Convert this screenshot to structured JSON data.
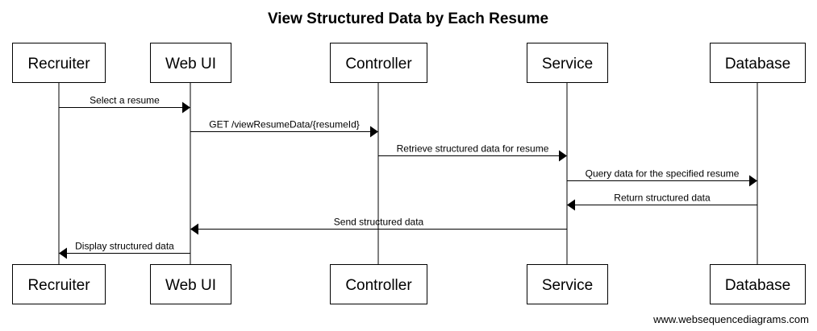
{
  "diagram": {
    "title": "View Structured Data by Each Resume",
    "watermark": "www.websequencediagrams.com",
    "participants": [
      {
        "id": "recruiter",
        "label": "Recruiter"
      },
      {
        "id": "webui",
        "label": "Web UI"
      },
      {
        "id": "controller",
        "label": "Controller"
      },
      {
        "id": "service",
        "label": "Service"
      },
      {
        "id": "database",
        "label": "Database"
      }
    ],
    "messages": [
      {
        "from": "recruiter",
        "to": "webui",
        "label": "Select a resume"
      },
      {
        "from": "webui",
        "to": "controller",
        "label": "GET /viewResumeData/{resumeId}"
      },
      {
        "from": "controller",
        "to": "service",
        "label": "Retrieve structured data for resume"
      },
      {
        "from": "service",
        "to": "database",
        "label": "Query data for the specified resume"
      },
      {
        "from": "database",
        "to": "service",
        "label": "Return structured data"
      },
      {
        "from": "service",
        "to": "webui",
        "label": "Send structured data"
      },
      {
        "from": "webui",
        "to": "recruiter",
        "label": "Display structured data"
      }
    ],
    "colors": {
      "line": "#000000",
      "box_fill": "#ffffff",
      "background": "#ffffff"
    }
  }
}
